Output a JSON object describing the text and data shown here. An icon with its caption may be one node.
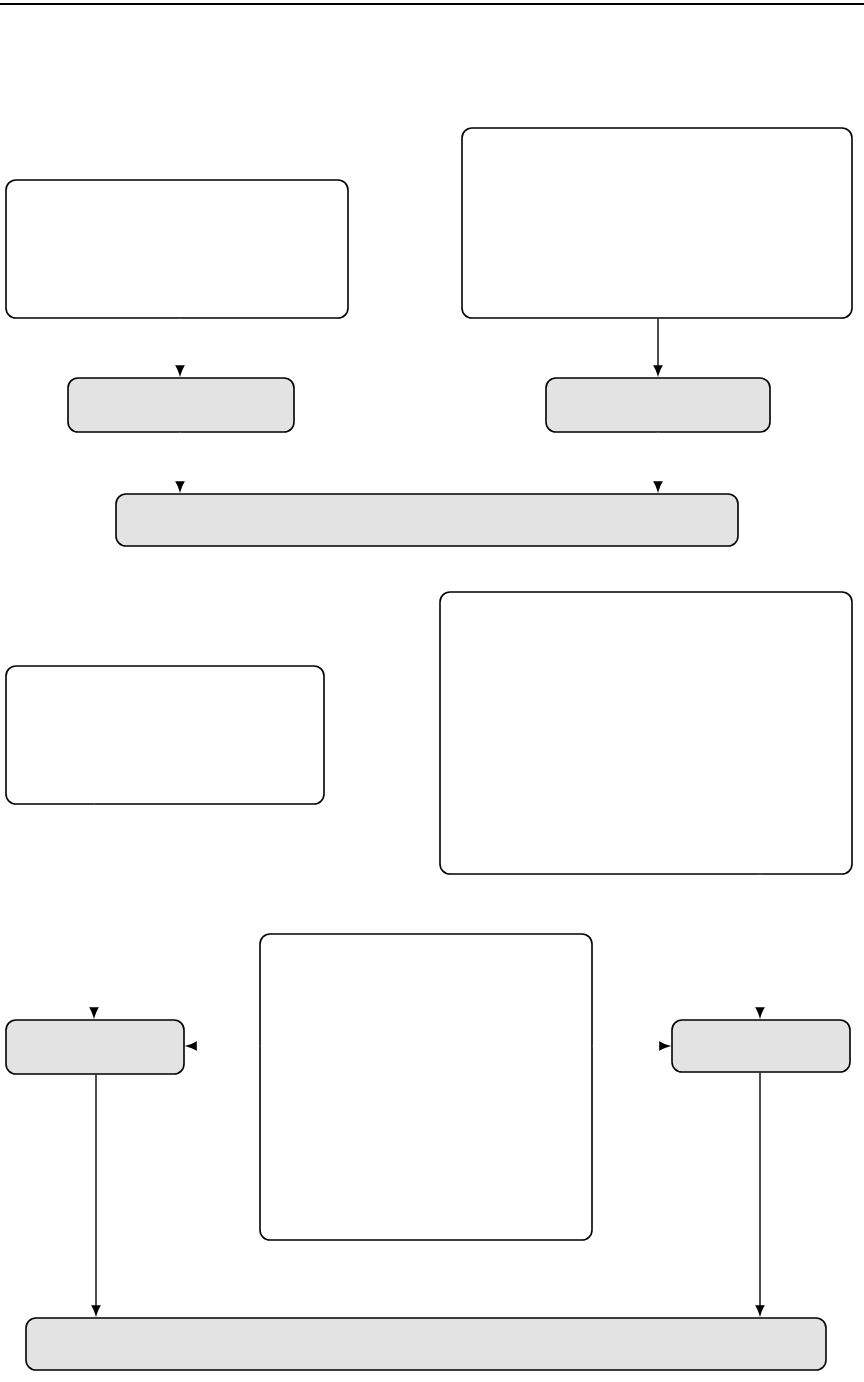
{
  "diagram": {
    "nodes": [
      {
        "text": [],
        "shape": "box"
      },
      {
        "text": [],
        "shape": "box"
      },
      {
        "text": [],
        "shape": "box"
      },
      {
        "text": [],
        "shape": "box"
      },
      {
        "text": [],
        "shape": "box"
      },
      {
        "text": [],
        "shape": "box"
      },
      {
        "text": [],
        "shape": "box"
      },
      {
        "text": [],
        "shape": "box"
      },
      {
        "text": [],
        "shape": "box"
      },
      {
        "text": [],
        "shape": "box"
      },
      {
        "text": [],
        "shape": "box"
      }
    ],
    "edges": [
      {
        "from": 0,
        "to": 2,
        "arrow": "to",
        "color": "#ffffff"
      },
      {
        "from": 1,
        "to": 3,
        "arrow": "to",
        "color": "#000000"
      },
      {
        "from": 2,
        "to": 4,
        "arrow": "to",
        "color": "#ffffff"
      },
      {
        "from": 3,
        "to": 4,
        "arrow": "to",
        "color": "#ffffff"
      },
      {
        "from": 5,
        "to": 8,
        "arrow": "to",
        "color": "#ffffff"
      },
      {
        "from": 6,
        "to": 9,
        "arrow": "to",
        "color": "#ffffff"
      },
      {
        "from": 7,
        "to": 8,
        "arrow": "to",
        "color": "#ffffff"
      },
      {
        "from": 7,
        "to": 9,
        "arrow": "to",
        "color": "#ffffff"
      },
      {
        "from": 8,
        "to": 10,
        "arrow": "to",
        "color": "#000000"
      },
      {
        "from": 9,
        "to": 10,
        "arrow": "to",
        "color": "#000000"
      }
    ]
  }
}
